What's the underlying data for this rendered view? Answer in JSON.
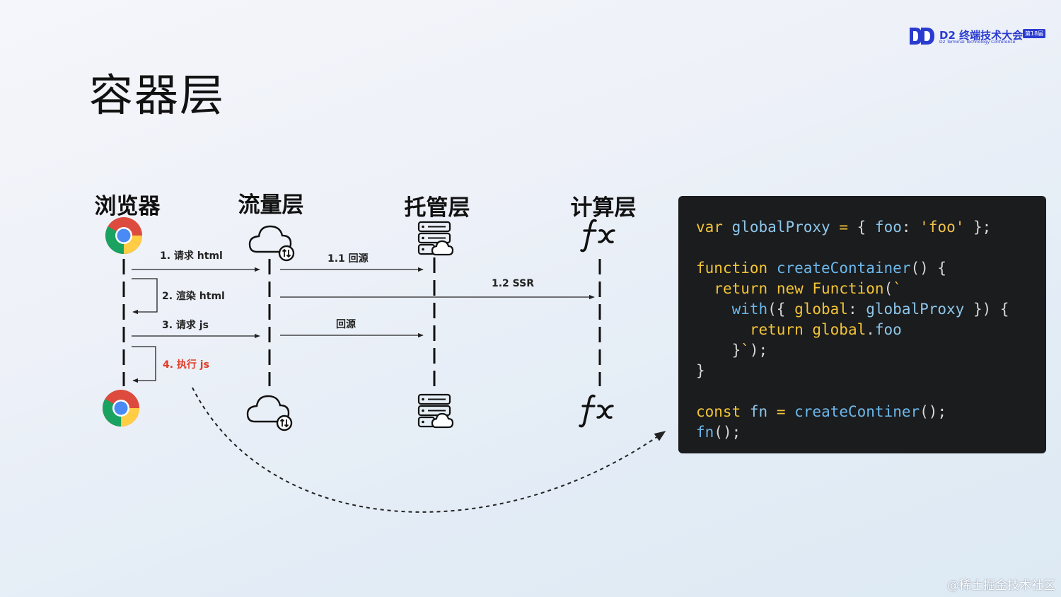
{
  "slide": {
    "title": "容器层"
  },
  "logo": {
    "name": "D2 终端技术大会",
    "badge": "第18届",
    "subtitle": "D2 Terminal Technology Conference",
    "brand_color": "#2a3bd0"
  },
  "lanes": [
    {
      "title": "浏览器",
      "icon": "chrome-icon"
    },
    {
      "title": "流量层",
      "icon": "cloud-sync-icon"
    },
    {
      "title": "托管层",
      "icon": "server-cloud-icon"
    },
    {
      "title": "计算层",
      "icon": "fx-function-icon"
    }
  ],
  "messages": [
    {
      "label": "1. 请求 html",
      "from": "浏览器",
      "to": "流量层"
    },
    {
      "label": "1.1 回源",
      "from": "流量层",
      "to": "托管层"
    },
    {
      "label": "2. 渲染 html",
      "from": "浏览器",
      "to": "浏览器"
    },
    {
      "label": "1.2 SSR",
      "from": "流量层",
      "to": "计算层"
    },
    {
      "label": "3. 请求 js",
      "from": "浏览器",
      "to": "流量层"
    },
    {
      "label": "回源",
      "from": "流量层",
      "to": "托管层"
    },
    {
      "label": "4. 执行 js",
      "from": "浏览器",
      "to": "浏览器",
      "highlight_color": "#e23b26"
    }
  ],
  "code": {
    "lines": [
      [
        {
          "t": "kw",
          "v": "var"
        },
        {
          "t": "p",
          "v": " "
        },
        {
          "t": "id",
          "v": "globalProxy"
        },
        {
          "t": "p",
          "v": " "
        },
        {
          "t": "kw",
          "v": "="
        },
        {
          "t": "p",
          "v": " { "
        },
        {
          "t": "id",
          "v": "foo"
        },
        {
          "t": "p",
          "v": ": "
        },
        {
          "t": "str",
          "v": "'foo'"
        },
        {
          "t": "p",
          "v": " };"
        }
      ],
      [],
      [
        {
          "t": "kw",
          "v": "function"
        },
        {
          "t": "p",
          "v": " "
        },
        {
          "t": "fn",
          "v": "createContainer"
        },
        {
          "t": "p",
          "v": "() {"
        }
      ],
      [
        {
          "t": "p",
          "v": "  "
        },
        {
          "t": "kw",
          "v": "return"
        },
        {
          "t": "p",
          "v": " "
        },
        {
          "t": "kw",
          "v": "new"
        },
        {
          "t": "p",
          "v": " "
        },
        {
          "t": "kw",
          "v": "Function"
        },
        {
          "t": "p",
          "v": "("
        },
        {
          "t": "str",
          "v": "`"
        }
      ],
      [
        {
          "t": "p",
          "v": "    "
        },
        {
          "t": "fn",
          "v": "with"
        },
        {
          "t": "p",
          "v": "({ "
        },
        {
          "t": "kw",
          "v": "global"
        },
        {
          "t": "p",
          "v": ": "
        },
        {
          "t": "id",
          "v": "globalProxy"
        },
        {
          "t": "p",
          "v": " }) {"
        }
      ],
      [
        {
          "t": "p",
          "v": "      "
        },
        {
          "t": "kw",
          "v": "return"
        },
        {
          "t": "p",
          "v": " "
        },
        {
          "t": "kw",
          "v": "global"
        },
        {
          "t": "p",
          "v": "."
        },
        {
          "t": "id",
          "v": "foo"
        }
      ],
      [
        {
          "t": "p",
          "v": "    }"
        },
        {
          "t": "str",
          "v": "`"
        },
        {
          "t": "p",
          "v": ");"
        }
      ],
      [
        {
          "t": "p",
          "v": "}"
        }
      ],
      [],
      [
        {
          "t": "kw",
          "v": "const"
        },
        {
          "t": "p",
          "v": " "
        },
        {
          "t": "id",
          "v": "fn"
        },
        {
          "t": "p",
          "v": " "
        },
        {
          "t": "kw",
          "v": "="
        },
        {
          "t": "p",
          "v": " "
        },
        {
          "t": "fn",
          "v": "createContiner"
        },
        {
          "t": "p",
          "v": "();"
        }
      ],
      [
        {
          "t": "fn",
          "v": "fn"
        },
        {
          "t": "p",
          "v": "();"
        }
      ]
    ]
  },
  "watermark": "@稀土掘金技术社区"
}
